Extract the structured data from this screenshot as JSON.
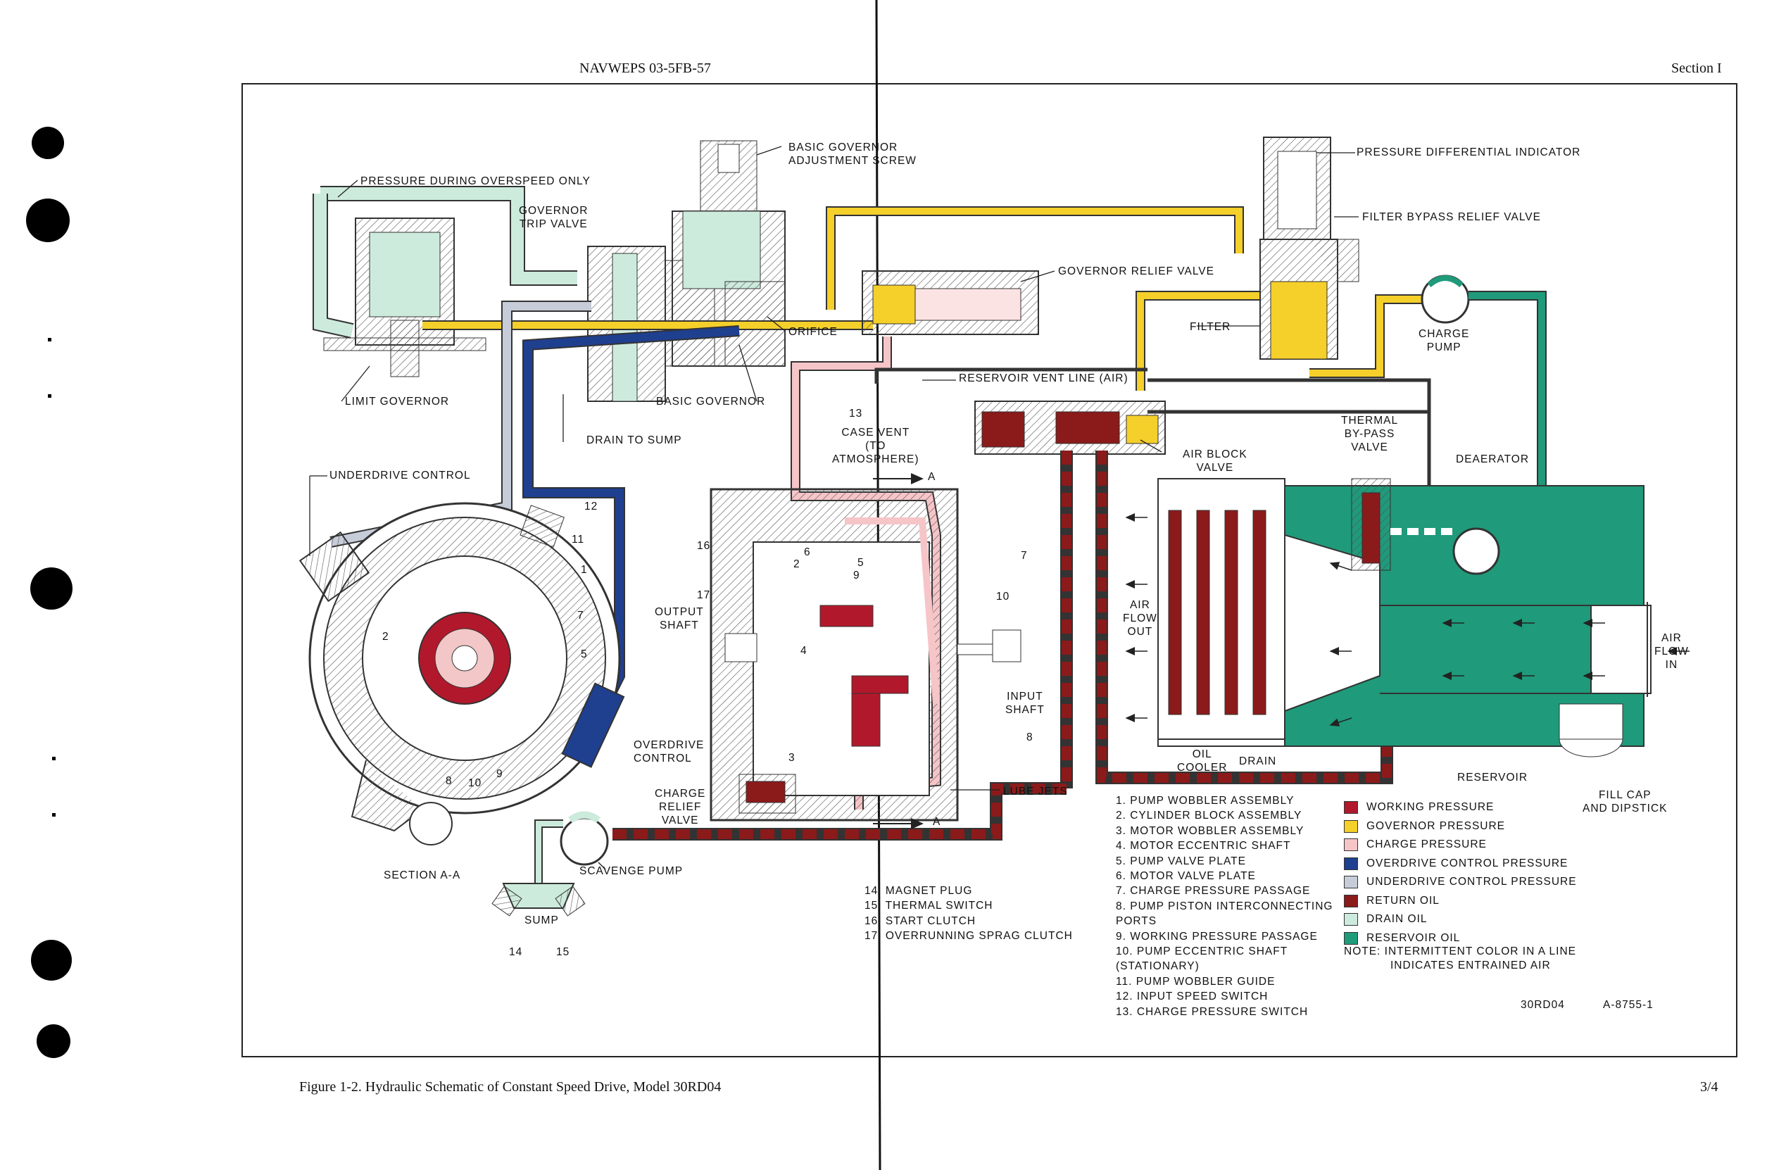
{
  "header": {
    "doc_number": "NAVWEPS 03-5FB-57",
    "section": "Section I"
  },
  "caption": "Figure 1-2.  Hydraulic Schematic of Constant Speed Drive, Model 30RD04",
  "page_number": "3/4",
  "colors": {
    "working_pressure": "#b2182b",
    "governor_pressure": "#f5cf2a",
    "charge_pressure": "#f6c5c8",
    "overdrive_control_pressure": "#1f3f8f",
    "underdrive_control_pressure": "#c7ccd9",
    "return_oil": "#8b1a1a",
    "drain_oil": "#cdebdc",
    "reservoir_oil": "#1f9a7a"
  },
  "labels": {
    "pressure_during_overspeed": "PRESSURE DURING OVERSPEED ONLY",
    "governor_trip_valve": [
      "GOVERNOR",
      "TRIP VALVE"
    ],
    "basic_governor_adjustment_screw": [
      "BASIC GOVERNOR",
      "ADJUSTMENT SCREW"
    ],
    "pressure_differential_indicator": "PRESSURE DIFFERENTIAL INDICATOR",
    "filter_bypass_relief_valve": "FILTER BYPASS RELIEF VALVE",
    "governor_relief_valve": "GOVERNOR RELIEF VALVE",
    "filter": "FILTER",
    "charge_pump": [
      "CHARGE",
      "PUMP"
    ],
    "orifice": "ORIFICE",
    "reservoir_vent_line": "RESERVOIR VENT LINE (AIR)",
    "limit_governor": "LIMIT GOVERNOR",
    "basic_governor": "BASIC GOVERNOR",
    "thirteen": "13",
    "drain_to_sump": "DRAIN TO SUMP",
    "case_vent": [
      "CASE VENT",
      "(TO",
      "ATMOSPHERE)"
    ],
    "thermal_bypass_valve": [
      "THERMAL",
      "BY-PASS",
      "VALVE"
    ],
    "air_block_valve": [
      "AIR BLOCK",
      "VALVE"
    ],
    "deaerator": "DEAERATOR",
    "underdrive_control": "UNDERDRIVE CONTROL",
    "twelve": "12",
    "eleven": "11",
    "one": "1",
    "two": "2",
    "seven": "7",
    "five": "5",
    "eight": "8",
    "ten": "10",
    "nine": "9",
    "section_a_a": "SECTION A-A",
    "a_top": "A",
    "a_bottom": "A",
    "sixteen": "16",
    "seventeen": "17",
    "output_shaft": [
      "OUTPUT",
      "SHAFT"
    ],
    "input_shaft": [
      "INPUT",
      "SHAFT"
    ],
    "lube_jets": "LUBE JETS",
    "charge_relief_valve": [
      "CHARGE",
      "RELIEF",
      "VALVE"
    ],
    "air_flow_out": [
      "AIR",
      "FLOW",
      "OUT"
    ],
    "air_flow_in": [
      "AIR",
      "FLOW",
      "IN"
    ],
    "oil_cooler": [
      "OIL",
      "COOLER"
    ],
    "drain": "DRAIN",
    "reservoir": "RESERVOIR",
    "fill_cap": [
      "FILL CAP",
      "AND DIPSTICK"
    ],
    "overdrive_control": [
      "OVERDRIVE",
      "CONTROL"
    ],
    "scavenge_pump": "SCAVENGE PUMP",
    "sump": "SUMP",
    "fourteen": "14",
    "fifteen": "15",
    "three": "3",
    "four": "4",
    "six": "6",
    "model_code": "30RD04",
    "drawing_number": "A-8755-1"
  },
  "parts_list_left": [
    "14. MAGNET PLUG",
    "15. THERMAL SWITCH",
    "16. START CLUTCH",
    "17. OVERRUNNING SPRAG CLUTCH"
  ],
  "parts_list_right": [
    "1.  PUMP WOBBLER ASSEMBLY",
    "2.  CYLINDER BLOCK ASSEMBLY",
    "3.  MOTOR WOBBLER ASSEMBLY",
    "4.  MOTOR ECCENTRIC SHAFT",
    "5.  PUMP VALVE PLATE",
    "6.  MOTOR VALVE PLATE",
    "7.  CHARGE PRESSURE PASSAGE",
    "8.  PUMP PISTON   INTERCONNECTING",
    "     PORTS",
    "9.  WORKING PRESSURE PASSAGE",
    "10. PUMP ECCENTRIC SHAFT",
    "     (STATIONARY)",
    "11. PUMP WOBBLER GUIDE",
    "12. INPUT SPEED SWITCH",
    "13. CHARGE PRESSURE SWITCH"
  ],
  "legend": [
    {
      "label": "WORKING PRESSURE",
      "color": "#b2182b"
    },
    {
      "label": "GOVERNOR  PRESSURE",
      "color": "#f5cf2a"
    },
    {
      "label": "CHARGE  PRESSURE",
      "color": "#f6c5c8"
    },
    {
      "label": "OVERDRIVE  CONTROL  PRESSURE",
      "color": "#1f3f8f"
    },
    {
      "label": "UNDERDRIVE  CONTROL  PRESSURE",
      "color": "#c7ccd9"
    },
    {
      "label": "RETURN  OIL",
      "color": "#8b1a1a"
    },
    {
      "label": "DRAIN  OIL",
      "color": "#cdebdc"
    },
    {
      "label": "RESERVOIR  OIL",
      "color": "#1f9a7a"
    }
  ],
  "note": [
    "NOTE: INTERMITTENT COLOR IN A LINE",
    "INDICATES ENTRAINED AIR"
  ]
}
